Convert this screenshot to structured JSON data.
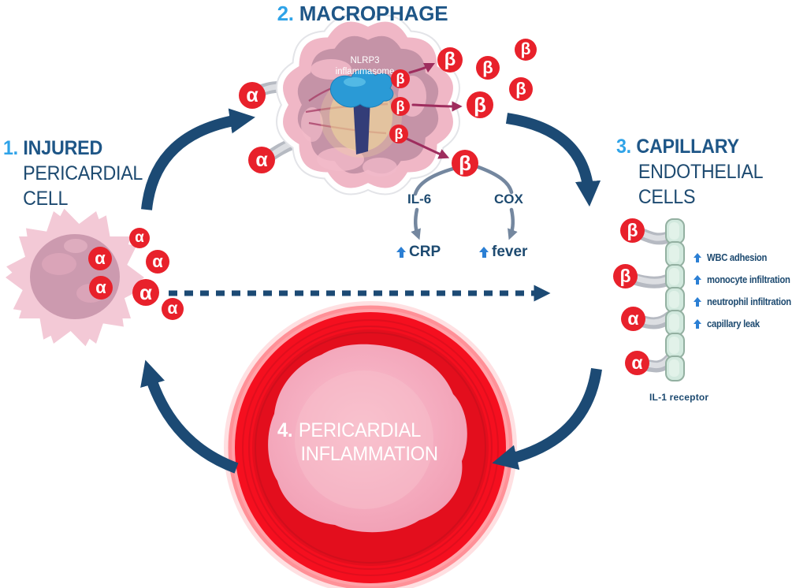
{
  "steps": {
    "s1": {
      "number": "1.",
      "bold": "INJURED",
      "rest_lines": [
        "PERICARDIAL",
        "CELL"
      ]
    },
    "s2": {
      "number": "2.",
      "bold": "MACROPHAGE"
    },
    "s3": {
      "number": "3.",
      "bold": "CAPILLARY",
      "rest_lines": [
        "ENDOTHELIAL",
        "CELLS"
      ]
    },
    "s4": {
      "number": "4.",
      "bold": "PERICARDIAL",
      "rest": "INFLAMMATION"
    }
  },
  "macrophage": {
    "inflammasome_line1": "NLRP3",
    "inflammasome_line2": "inflammasome"
  },
  "molecules": {
    "alpha": "α",
    "beta": "β"
  },
  "mediators": {
    "il6": "IL-6",
    "cox": "COX",
    "crp": "CRP",
    "fever": "fever"
  },
  "effects": {
    "items": [
      "WBC adhesion",
      "monocyte infiltration",
      "neutrophil infiltration",
      "capillary leak"
    ]
  },
  "receptor_caption": "IL-1 receptor",
  "icons": {
    "up_arrow": "up-arrow",
    "dashed_arrow": "dashed-right-arrow",
    "cycle_arrow": "curved-navy-arrow"
  },
  "colors": {
    "navy": "#1d4a70",
    "navybold": "#1e5687",
    "bblue": "#2fa3e8",
    "red": "#e8212b",
    "arrow": "#1c4a74",
    "crimson": "#9e2d5e",
    "slate": "#74879f",
    "mint": "#d2e9de",
    "pink_cell": "#f0b7c6",
    "mauve": "#c593a7",
    "inflammation_red": "#f50f1f"
  }
}
